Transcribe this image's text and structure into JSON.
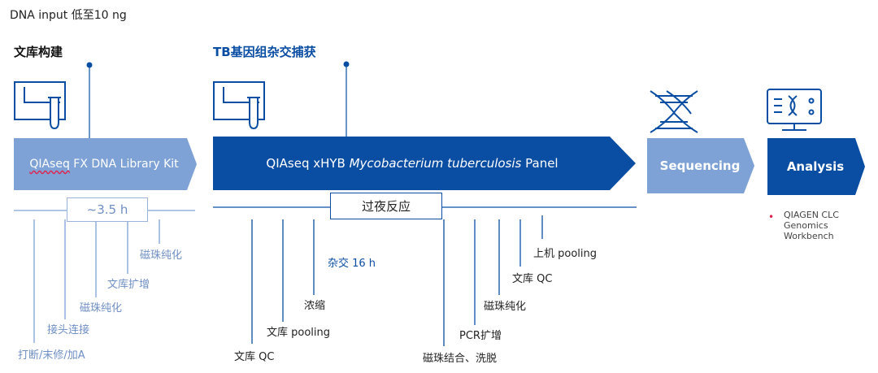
{
  "top_note": "DNA input 低至10 ng",
  "stages": {
    "library_title": "文库构建",
    "capture_title": "TB基因组杂交捕获"
  },
  "boxes": {
    "kit_prefix": "QIAseq",
    "kit_suffix": " FX DNA Library Kit",
    "panel_prefix": "QIAseq xHYB ",
    "panel_italic": "Mycobacterium tuberculosis",
    "panel_suffix": " Panel",
    "sequencing": "Sequencing",
    "analysis": "Analysis"
  },
  "times": {
    "library": "~3.5 h",
    "overnight": "过夜反应"
  },
  "library_steps": [
    "磁珠纯化",
    "文库扩增",
    "磁珠纯化",
    "接头连接",
    "打断/末修/加A"
  ],
  "capture_steps": {
    "hyb": "杂交  16 h",
    "concentrate": "浓缩",
    "pooling": "文库 pooling",
    "qc1": "文库 QC",
    "bead_bind": "磁珠结合、洗脱",
    "pcr": "PCR扩增",
    "bead_pure": "磁珠纯化",
    "qc2": "文库 QC",
    "load": "上机 pooling"
  },
  "analysis_note": {
    "line1": "QIAGEN CLC",
    "line2": "Genomics",
    "line3": "Workbench"
  },
  "colors": {
    "light_blue": "#7fa2d6",
    "dark_blue": "#0a4ea3",
    "accent_red": "#e0234e"
  }
}
